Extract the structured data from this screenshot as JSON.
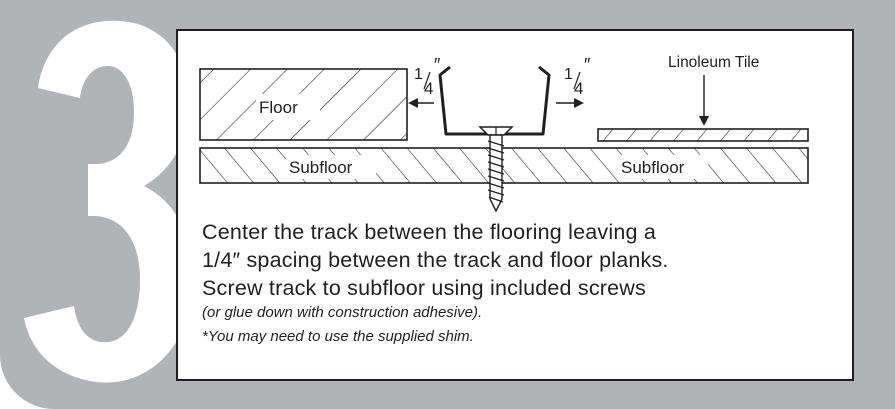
{
  "step": {
    "number": "3"
  },
  "diagram": {
    "floor_label": "Floor",
    "subfloor_left_label": "Subfloor",
    "subfloor_right_label": "Subfloor",
    "tile_label": "Linoleum Tile",
    "gap_left": {
      "numerator": "1",
      "denominator": "4",
      "mark": "″"
    },
    "gap_right": {
      "numerator": "1",
      "denominator": "4",
      "mark": "″"
    }
  },
  "instructions": {
    "line1": "Center the track between the flooring leaving a",
    "line2": "1/4″ spacing between the track and floor planks.",
    "line3": "Screw track to subfloor using included screws",
    "note1": "(or glue down with construction adhesive).",
    "note2": "*You may need to use the supplied shim."
  },
  "colors": {
    "backdrop": "#b1b3b6",
    "ink": "#231f20",
    "card": "#ffffff"
  }
}
